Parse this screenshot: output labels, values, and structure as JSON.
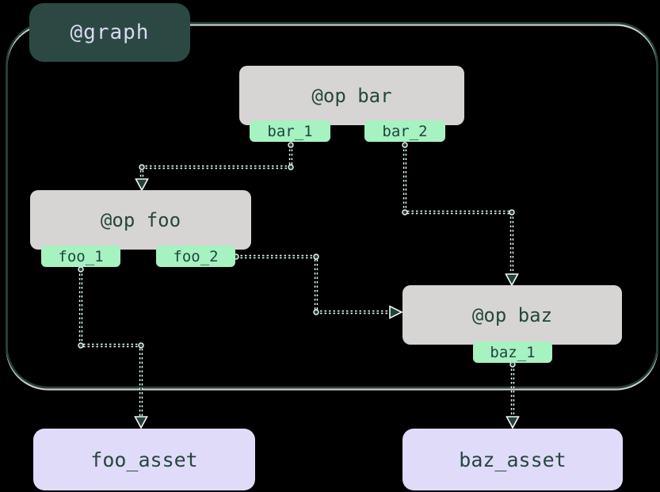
{
  "diagram": {
    "graph_label": "@graph",
    "ops": [
      {
        "id": "bar",
        "label": "@op bar",
        "outputs": {
          "0": "bar_1",
          "1": "bar_2"
        }
      },
      {
        "id": "foo",
        "label": "@op foo",
        "outputs": {
          "0": "foo_1",
          "1": "foo_2"
        }
      },
      {
        "id": "baz",
        "label": "@op baz",
        "outputs": {
          "0": "baz_1"
        }
      }
    ],
    "assets": [
      {
        "label": "foo_asset"
      },
      {
        "label": "baz_asset"
      }
    ],
    "edges": [
      {
        "from": "bar_1",
        "to": "op foo"
      },
      {
        "from": "bar_2",
        "to": "op baz"
      },
      {
        "from": "foo_2",
        "to": "op baz"
      },
      {
        "from": "foo_1",
        "to": "foo_asset"
      },
      {
        "from": "baz_1",
        "to": "baz_asset"
      }
    ],
    "colors": {
      "background": "#000000",
      "graph_badge": "#2b4942",
      "graph_badge_text": "#dbd8f4",
      "graph_border": "#20443b",
      "op_fill": "#d7d5d3",
      "op_text": "#26473e",
      "tag_fill": "#a6f2c1",
      "tag_text": "#1e463c",
      "asset_fill": "#dfdbf9",
      "asset_text": "#26473e",
      "edge_casing": "#f5f5f5",
      "edge_core": "#20443b"
    }
  }
}
